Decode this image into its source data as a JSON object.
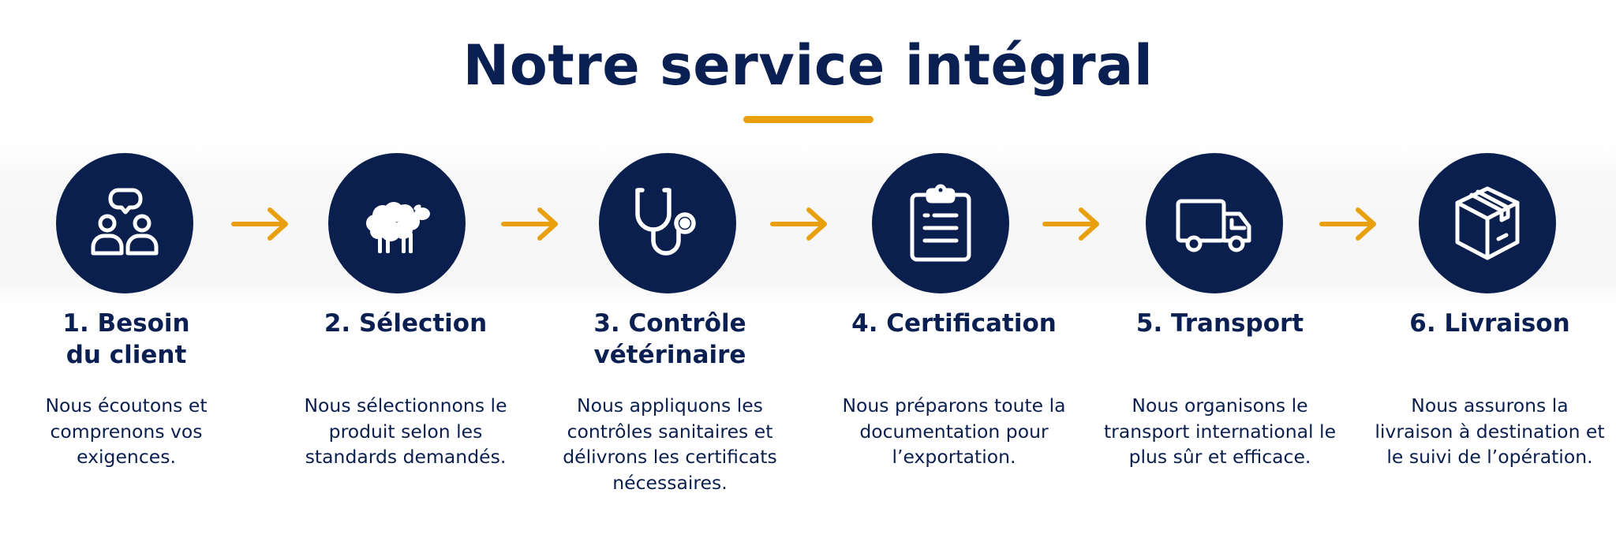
{
  "title": "Notre service intégral",
  "colors": {
    "navy": "#0a1f4d",
    "accent": "#e8a00f",
    "text": "#0b1f4f"
  },
  "steps": [
    {
      "icon": "people-chat-icon",
      "title_line1": "1. Besoin",
      "title_line2": "du client",
      "desc_lines": [
        "Nous écoutons et",
        "comprenons vos",
        "exigences."
      ]
    },
    {
      "icon": "sheep-icon",
      "title_line1": "2. Sélection",
      "title_line2": "",
      "desc_lines": [
        "Nous sélectionnons le",
        "produit selon les",
        "standards demandés."
      ]
    },
    {
      "icon": "stethoscope-icon",
      "title_line1": "3. Contrôle",
      "title_line2": "vétérinaire",
      "desc_lines": [
        "Nous appliquons les",
        "contrôles sanitaires et",
        "délivrons les certificats",
        "nécessaires."
      ]
    },
    {
      "icon": "clipboard-icon",
      "title_line1": "4. Certification",
      "title_line2": "",
      "desc_lines": [
        "Nous préparons toute la",
        "documentation pour",
        "l’exportation."
      ]
    },
    {
      "icon": "truck-icon",
      "title_line1": "5. Transport",
      "title_line2": "",
      "desc_lines": [
        "Nous organisons le",
        "transport international le",
        "plus sûr et efficace."
      ]
    },
    {
      "icon": "box-icon",
      "title_line1": "6. Livraison",
      "title_line2": "",
      "desc_lines": [
        "Nous assurons la",
        "livraison à destination et",
        "le suivi de l’opération."
      ]
    }
  ]
}
